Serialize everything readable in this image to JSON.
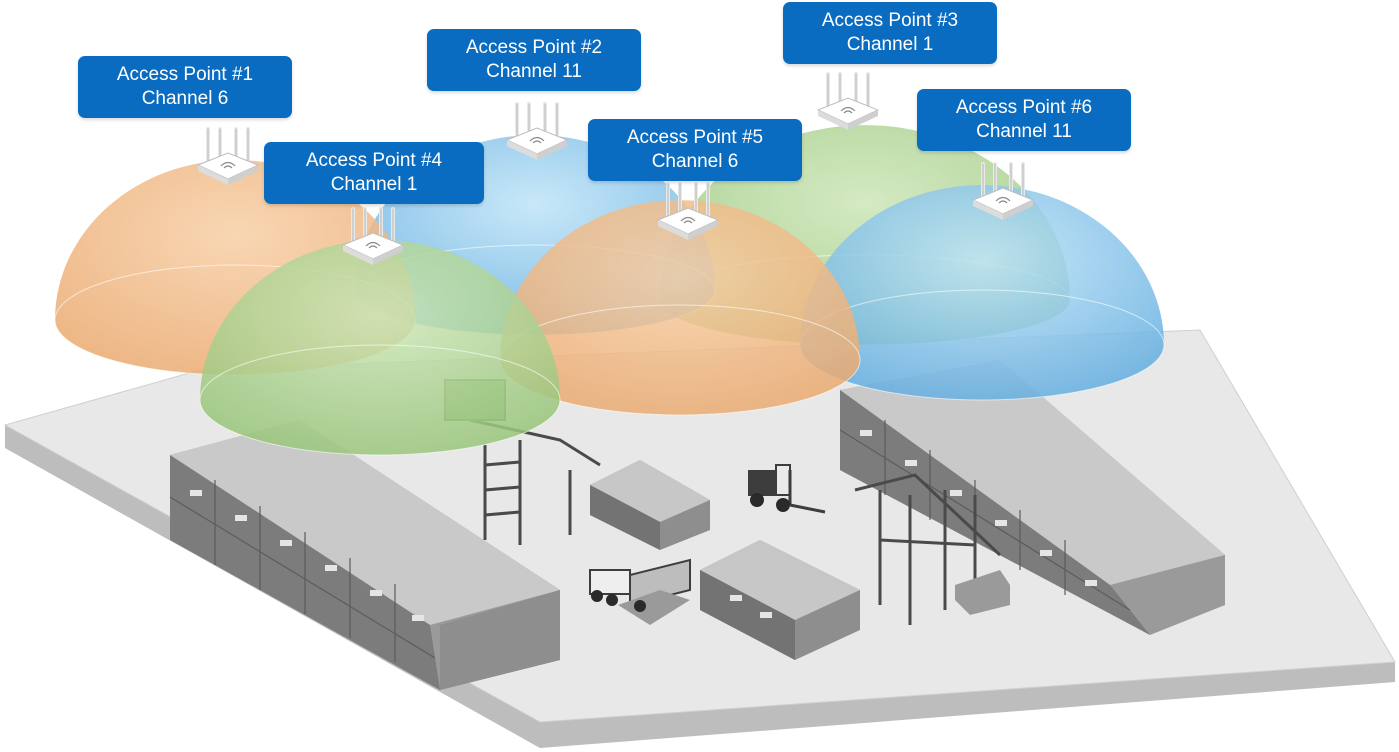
{
  "access_points": [
    {
      "name": "Access Point #1",
      "channel": "Channel 6",
      "dome_color": "orange"
    },
    {
      "name": "Access Point #2",
      "channel": "Channel 11",
      "dome_color": "blue"
    },
    {
      "name": "Access Point #3",
      "channel": "Channel 1",
      "dome_color": "green"
    },
    {
      "name": "Access Point #4",
      "channel": "Channel 1",
      "dome_color": "green"
    },
    {
      "name": "Access Point #5",
      "channel": "Channel 6",
      "dome_color": "orange"
    },
    {
      "name": "Access Point #6",
      "channel": "Channel 11",
      "dome_color": "blue"
    }
  ],
  "colors": {
    "label_bg": "#0a6cc0",
    "label_text": "#ffffff",
    "orange": "#f0b27a",
    "blue": "#7cc2ec",
    "green": "#a9d08e",
    "floor": "#e3e3e3",
    "container": "#8a8a8a"
  },
  "icons": [
    "wireless-router-icon",
    "shipping-container-stack-icon",
    "gantry-crane-icon",
    "forklift-icon",
    "truck-icon"
  ]
}
